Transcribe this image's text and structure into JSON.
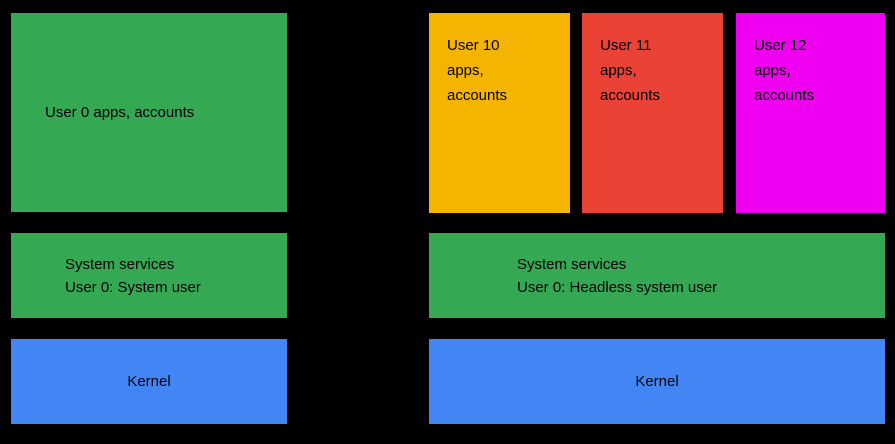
{
  "background": "#000000",
  "left": {
    "user_apps": {
      "label": "User 0 apps, accounts",
      "color": "#34A853"
    },
    "system_services": {
      "label": "System services\nUser 0: System user",
      "color": "#34A853"
    },
    "kernel": {
      "label": "Kernel",
      "color": "#4285F4"
    }
  },
  "right": {
    "users": [
      {
        "label": "User 10\napps,\naccounts",
        "color": "#F5B400"
      },
      {
        "label": "User 11\napps,\naccounts",
        "color": "#EA4335"
      },
      {
        "label": "User 12\napps,\naccounts",
        "color": "#F000F0"
      }
    ],
    "system_services": {
      "label": "System services\nUser 0: Headless system user",
      "color": "#34A853"
    },
    "kernel": {
      "label": "Kernel",
      "color": "#4285F4"
    }
  }
}
